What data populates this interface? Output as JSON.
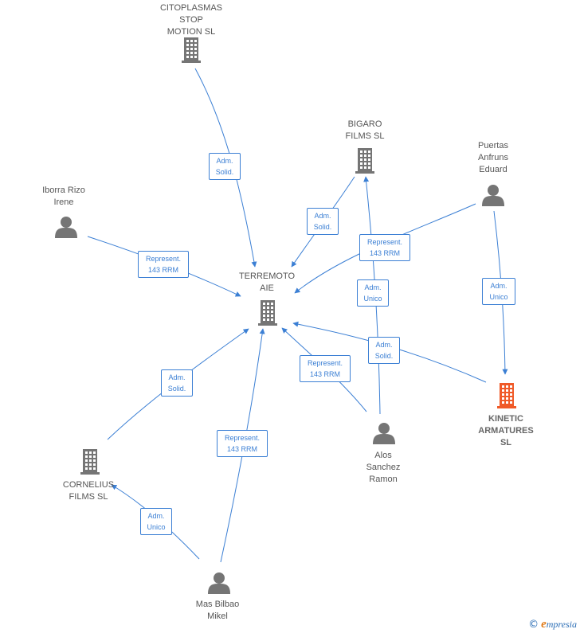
{
  "colors": {
    "edge": "#3b7fd4",
    "node": "#757575",
    "highlight": "#f05a28"
  },
  "nodes": [
    {
      "id": "citoplasmas",
      "label": "CITOPLASMAS\nSTOP\nMOTION  SL",
      "type": "company"
    },
    {
      "id": "bigaro",
      "label": "BIGARO\nFILMS SL",
      "type": "company"
    },
    {
      "id": "puertas",
      "label": "Puertas\nAnfruns\nEduard",
      "type": "person"
    },
    {
      "id": "iborra",
      "label": "Iborra Rizo\nIrene",
      "type": "person"
    },
    {
      "id": "terremoto",
      "label": "TERREMOTO\nAIE",
      "type": "company"
    },
    {
      "id": "kinetic",
      "label": "KINETIC\nARMATURES\nSL",
      "type": "company",
      "highlight": true
    },
    {
      "id": "alos",
      "label": "Alos\nSanchez\nRamon",
      "type": "person"
    },
    {
      "id": "cornelius",
      "label": "CORNELIUS\nFILMS SL",
      "type": "company"
    },
    {
      "id": "mas",
      "label": "Mas Bilbao\nMikel",
      "type": "person"
    }
  ],
  "edges": [
    {
      "id": "e1",
      "from": "citoplasmas",
      "to": "terremoto",
      "label": "Adm.\nSolid."
    },
    {
      "id": "e2",
      "from": "bigaro",
      "to": "terremoto",
      "label": "Adm.\nSolid."
    },
    {
      "id": "e3",
      "from": "puertas",
      "to": "terremoto",
      "label": "Represent.\n143 RRM"
    },
    {
      "id": "e4",
      "from": "alos",
      "to": "bigaro",
      "label": "Adm.\nUnico"
    },
    {
      "id": "e5",
      "from": "puertas",
      "to": "kinetic",
      "label": "Adm.\nUnico"
    },
    {
      "id": "e6",
      "from": "iborra",
      "to": "terremoto",
      "label": "Represent.\n143 RRM"
    },
    {
      "id": "e7",
      "from": "kinetic",
      "to": "terremoto",
      "label": "Adm.\nSolid."
    },
    {
      "id": "e8",
      "from": "alos",
      "to": "terremoto",
      "label": "Represent.\n143 RRM"
    },
    {
      "id": "e9",
      "from": "cornelius",
      "to": "terremoto",
      "label": "Adm.\nSolid."
    },
    {
      "id": "e10",
      "from": "mas",
      "to": "terremoto",
      "label": "Represent.\n143 RRM"
    },
    {
      "id": "e11",
      "from": "mas",
      "to": "cornelius",
      "label": "Adm.\nUnico"
    }
  ],
  "footer": {
    "copyright": "©",
    "brand_initial": "e",
    "brand_rest": "mpresia"
  }
}
